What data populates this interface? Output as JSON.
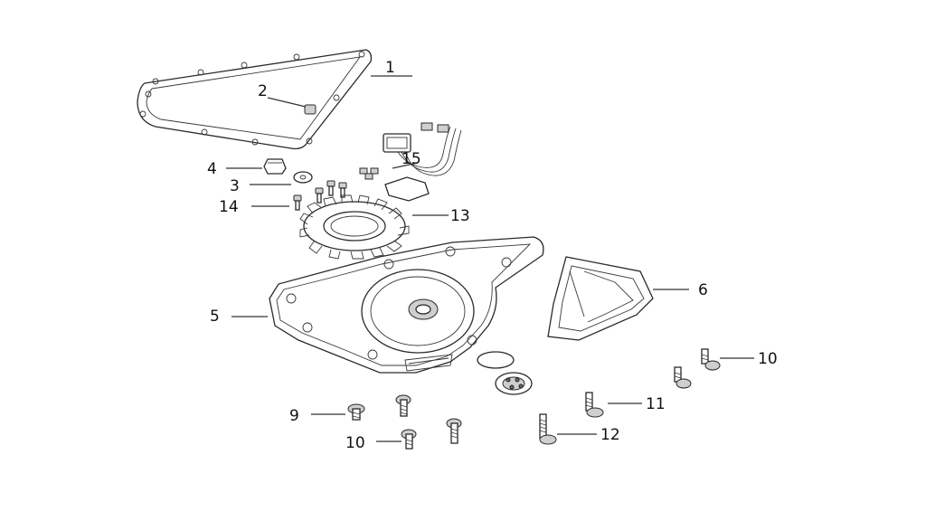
{
  "diagram": {
    "callouts": {
      "c1": "1",
      "c2": "2",
      "c3": "3",
      "c4": "4",
      "c5": "5",
      "c6": "6",
      "c9": "9",
      "c10a": "10",
      "c10b": "10",
      "c11": "11",
      "c12": "12",
      "c13": "13",
      "c14": "14",
      "c15": "15"
    },
    "colors": {
      "line": "#2a2a2a",
      "shade": "#cfcfcf",
      "background": "#ffffff"
    }
  }
}
